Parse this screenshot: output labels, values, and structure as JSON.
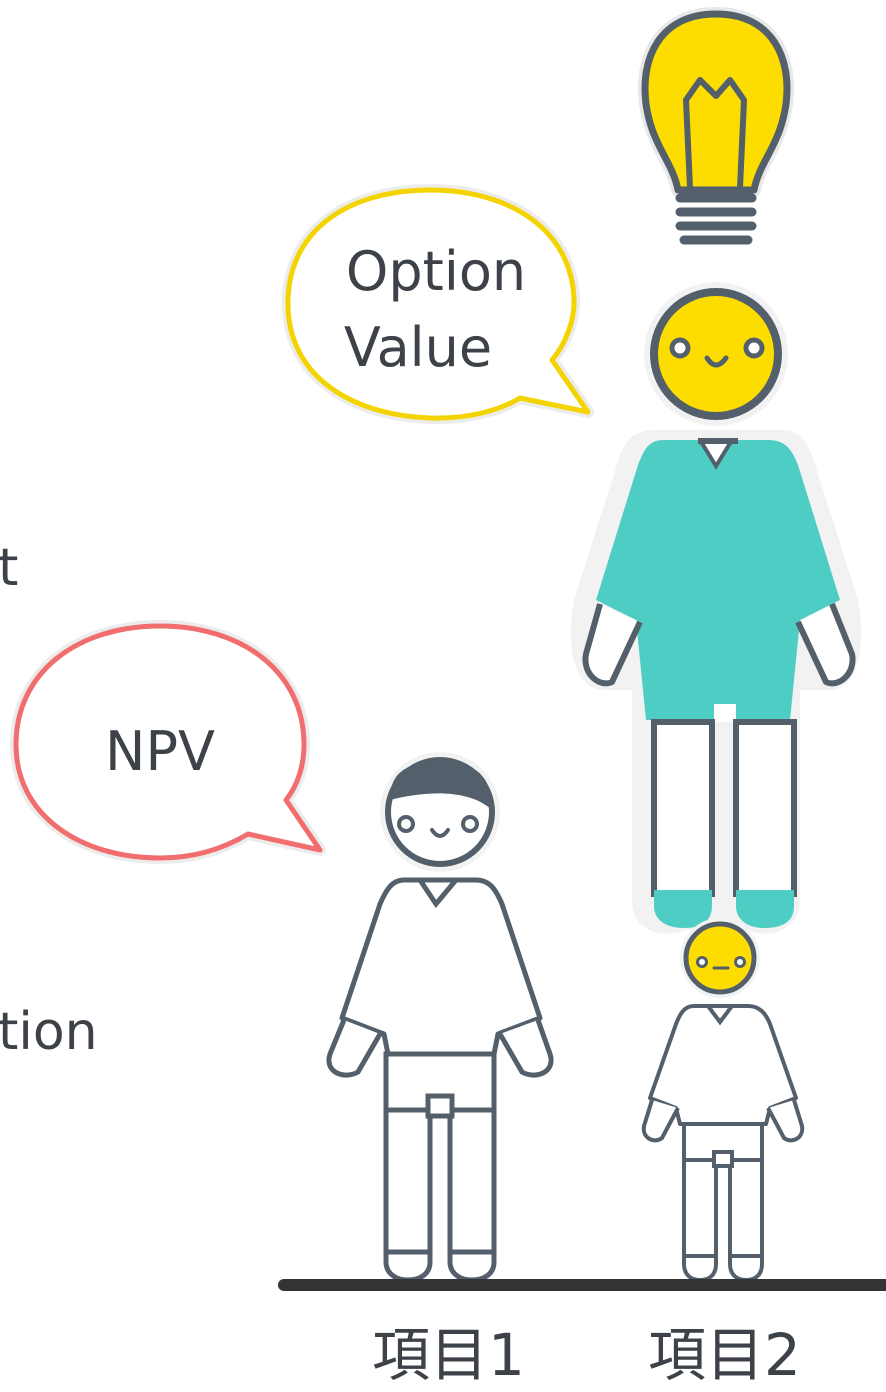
{
  "cropped_texts": {
    "upper": "t",
    "lower": "tion"
  },
  "bubbles": {
    "option_value": {
      "line1": "Option",
      "line2": "Value",
      "color": "#f4d400"
    },
    "npv": {
      "text": "NPV",
      "color": "#f26d6d"
    }
  },
  "axis": {
    "item1": "項目1",
    "item2": "項目2"
  },
  "colors": {
    "outline": "#535f6b",
    "teal": "#4ecdc4",
    "yellow": "#fddc00",
    "ground": "#333333"
  },
  "icons": [
    "lightbulb-icon",
    "happy-face-icon",
    "sad-face-icon"
  ]
}
